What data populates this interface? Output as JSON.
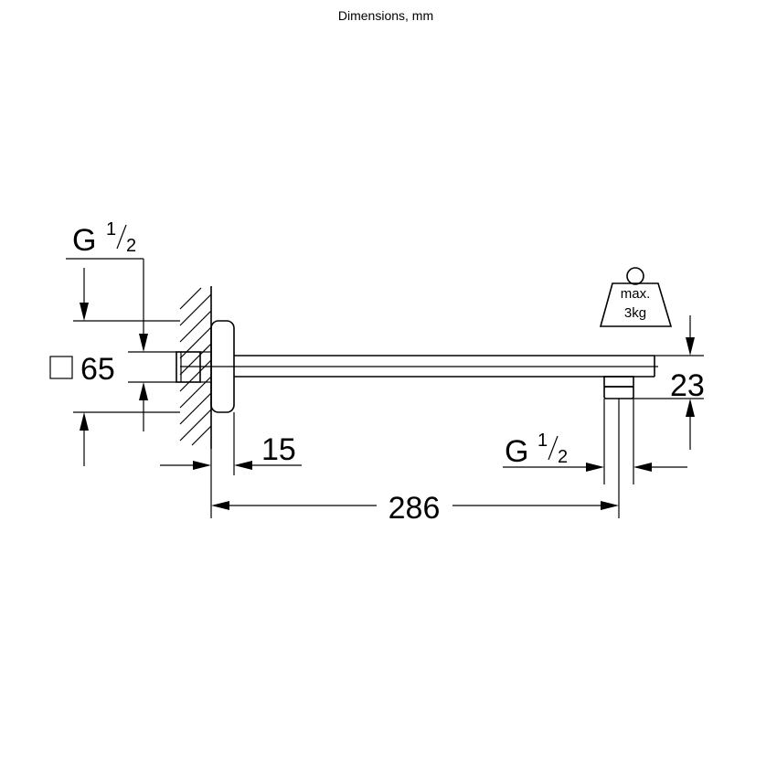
{
  "header": {
    "title": "Dimensions, mm"
  },
  "dimensions": {
    "inlet_thread_main": "G",
    "inlet_thread_num": "1",
    "inlet_thread_den": "2",
    "flange_square": "65",
    "flange_depth": "15",
    "arm_length": "286",
    "outlet_thread_main": "G",
    "outlet_thread_num": "1",
    "outlet_thread_den": "2",
    "arm_height": "23"
  },
  "load_label": {
    "line1": "max.",
    "line2": "3kg"
  },
  "icons": {
    "weight": "weight-icon",
    "square": "square-symbol-icon"
  },
  "colors": {
    "line": "#000000",
    "background": "#ffffff"
  }
}
